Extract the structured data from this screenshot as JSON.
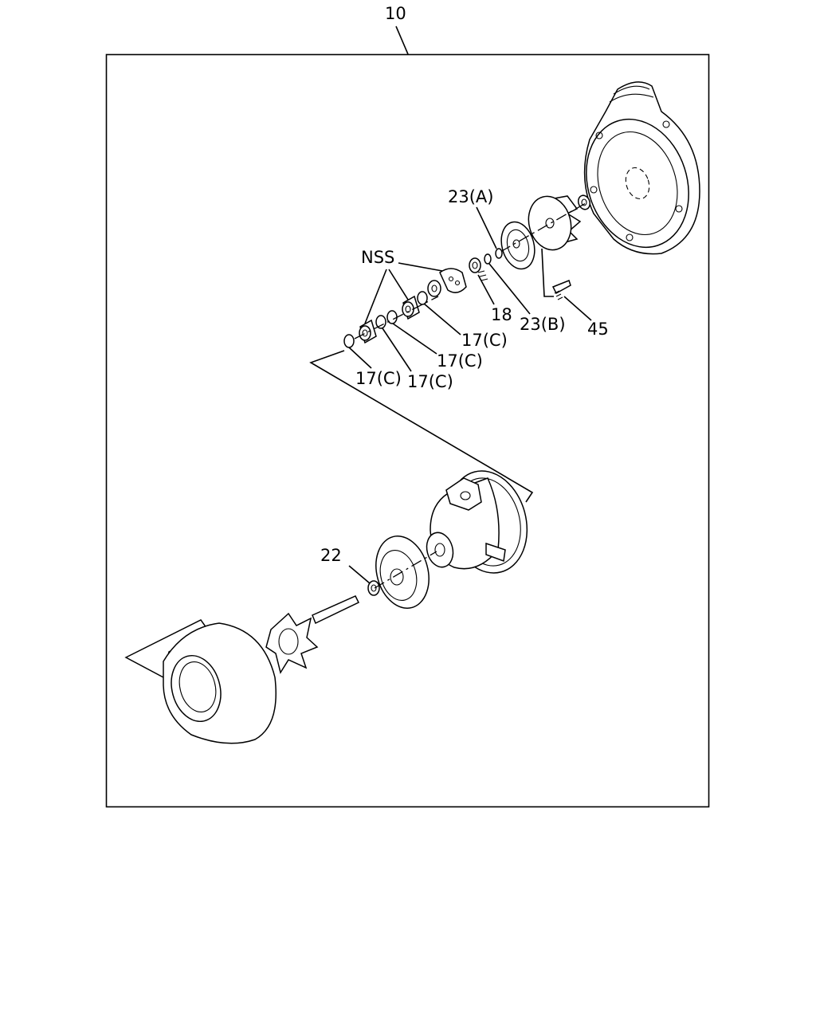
{
  "labels": {
    "assembly": "10",
    "nss": "NSS",
    "l23a": "23(A)",
    "l18": "18",
    "l23b": "23(B)",
    "l45": "45",
    "l17c_1": "17(C)",
    "l17c_2": "17(C)",
    "l17c_3": "17(C)",
    "l17c_4": "17(C)",
    "l22": "22"
  }
}
